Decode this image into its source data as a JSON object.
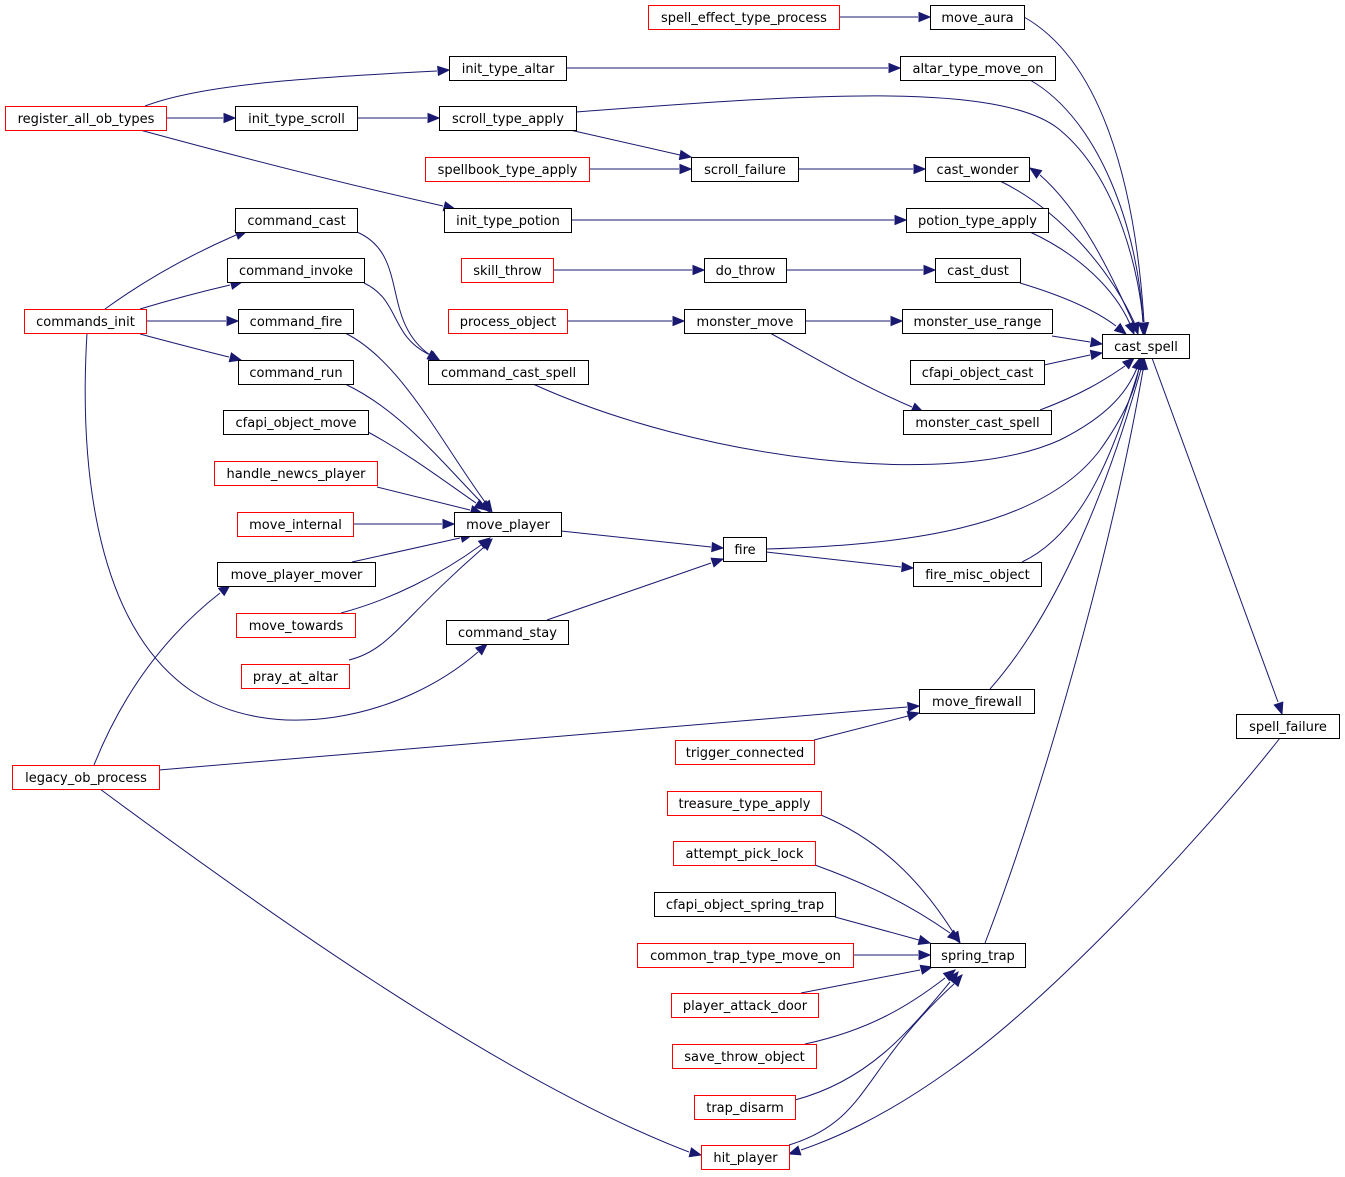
{
  "colors": {
    "edge": "#191970",
    "node_border_default": "#000000",
    "node_border_truncated": "#ff0000",
    "node_fill_default": "#ffffff",
    "node_fill_focus": "#bfbfbf"
  },
  "nodes": [
    {
      "id": "spell_effect_type_process",
      "label": "spell_effect_type_process",
      "style": "truncated"
    },
    {
      "id": "move_aura",
      "label": "move_aura",
      "style": "default"
    },
    {
      "id": "init_type_altar",
      "label": "init_type_altar",
      "style": "default"
    },
    {
      "id": "altar_type_move_on",
      "label": "altar_type_move_on",
      "style": "default"
    },
    {
      "id": "register_all_ob_types",
      "label": "register_all_ob_types",
      "style": "truncated"
    },
    {
      "id": "init_type_scroll",
      "label": "init_type_scroll",
      "style": "default"
    },
    {
      "id": "scroll_type_apply",
      "label": "scroll_type_apply",
      "style": "default"
    },
    {
      "id": "spellbook_type_apply",
      "label": "spellbook_type_apply",
      "style": "truncated"
    },
    {
      "id": "scroll_failure",
      "label": "scroll_failure",
      "style": "default"
    },
    {
      "id": "cast_wonder",
      "label": "cast_wonder",
      "style": "default"
    },
    {
      "id": "init_type_potion",
      "label": "init_type_potion",
      "style": "default"
    },
    {
      "id": "potion_type_apply",
      "label": "potion_type_apply",
      "style": "default"
    },
    {
      "id": "command_cast",
      "label": "command_cast",
      "style": "default"
    },
    {
      "id": "command_invoke",
      "label": "command_invoke",
      "style": "default"
    },
    {
      "id": "skill_throw",
      "label": "skill_throw",
      "style": "truncated"
    },
    {
      "id": "do_throw",
      "label": "do_throw",
      "style": "default"
    },
    {
      "id": "cast_dust",
      "label": "cast_dust",
      "style": "default"
    },
    {
      "id": "commands_init",
      "label": "commands_init",
      "style": "truncated"
    },
    {
      "id": "command_fire",
      "label": "command_fire",
      "style": "default"
    },
    {
      "id": "process_object",
      "label": "process_object",
      "style": "truncated"
    },
    {
      "id": "monster_move",
      "label": "monster_move",
      "style": "default"
    },
    {
      "id": "monster_use_range",
      "label": "monster_use_range",
      "style": "default"
    },
    {
      "id": "cast_spell",
      "label": "cast_spell",
      "style": "default"
    },
    {
      "id": "command_run",
      "label": "command_run",
      "style": "default"
    },
    {
      "id": "command_cast_spell",
      "label": "command_cast_spell",
      "style": "default"
    },
    {
      "id": "cfapi_object_cast",
      "label": "cfapi_object_cast",
      "style": "default"
    },
    {
      "id": "cfapi_object_move",
      "label": "cfapi_object_move",
      "style": "default"
    },
    {
      "id": "monster_cast_spell",
      "label": "monster_cast_spell",
      "style": "default"
    },
    {
      "id": "handle_newcs_player",
      "label": "handle_newcs_player",
      "style": "truncated"
    },
    {
      "id": "move_internal",
      "label": "move_internal",
      "style": "truncated"
    },
    {
      "id": "move_player",
      "label": "move_player",
      "style": "default"
    },
    {
      "id": "fire",
      "label": "fire",
      "style": "default"
    },
    {
      "id": "move_player_mover",
      "label": "move_player_mover",
      "style": "default"
    },
    {
      "id": "fire_misc_object",
      "label": "fire_misc_object",
      "style": "default"
    },
    {
      "id": "move_towards",
      "label": "move_towards",
      "style": "truncated"
    },
    {
      "id": "command_stay",
      "label": "command_stay",
      "style": "default"
    },
    {
      "id": "pray_at_altar",
      "label": "pray_at_altar",
      "style": "truncated"
    },
    {
      "id": "move_firewall",
      "label": "move_firewall",
      "style": "default"
    },
    {
      "id": "spell_failure",
      "label": "spell_failure",
      "style": "focus"
    },
    {
      "id": "trigger_connected",
      "label": "trigger_connected",
      "style": "truncated"
    },
    {
      "id": "legacy_ob_process",
      "label": "legacy_ob_process",
      "style": "truncated"
    },
    {
      "id": "treasure_type_apply",
      "label": "treasure_type_apply",
      "style": "truncated"
    },
    {
      "id": "attempt_pick_lock",
      "label": "attempt_pick_lock",
      "style": "truncated"
    },
    {
      "id": "cfapi_object_spring_trap",
      "label": "cfapi_object_spring_trap",
      "style": "default"
    },
    {
      "id": "common_trap_type_move_on",
      "label": "common_trap_type_move_on",
      "style": "truncated"
    },
    {
      "id": "spring_trap",
      "label": "spring_trap",
      "style": "default"
    },
    {
      "id": "player_attack_door",
      "label": "player_attack_door",
      "style": "truncated"
    },
    {
      "id": "save_throw_object",
      "label": "save_throw_object",
      "style": "truncated"
    },
    {
      "id": "trap_disarm",
      "label": "trap_disarm",
      "style": "truncated"
    },
    {
      "id": "hit_player",
      "label": "hit_player",
      "style": "truncated"
    }
  ],
  "edges": [
    [
      "spell_effect_type_process",
      "move_aura"
    ],
    [
      "register_all_ob_types",
      "init_type_altar"
    ],
    [
      "init_type_altar",
      "altar_type_move_on"
    ],
    [
      "register_all_ob_types",
      "init_type_scroll"
    ],
    [
      "init_type_scroll",
      "scroll_type_apply"
    ],
    [
      "scroll_type_apply",
      "scroll_failure"
    ],
    [
      "spellbook_type_apply",
      "scroll_failure"
    ],
    [
      "scroll_failure",
      "cast_wonder"
    ],
    [
      "register_all_ob_types",
      "init_type_potion"
    ],
    [
      "init_type_potion",
      "potion_type_apply"
    ],
    [
      "commands_init",
      "command_cast"
    ],
    [
      "commands_init",
      "command_invoke"
    ],
    [
      "commands_init",
      "command_fire"
    ],
    [
      "commands_init",
      "command_run"
    ],
    [
      "commands_init",
      "command_stay"
    ],
    [
      "skill_throw",
      "do_throw"
    ],
    [
      "do_throw",
      "cast_dust"
    ],
    [
      "process_object",
      "monster_move"
    ],
    [
      "monster_move",
      "monster_use_range"
    ],
    [
      "monster_move",
      "monster_cast_spell"
    ],
    [
      "command_cast",
      "command_cast_spell"
    ],
    [
      "command_invoke",
      "command_cast_spell"
    ],
    [
      "command_fire",
      "move_player"
    ],
    [
      "command_run",
      "move_player"
    ],
    [
      "cfapi_object_move",
      "move_player"
    ],
    [
      "handle_newcs_player",
      "move_player"
    ],
    [
      "move_internal",
      "move_player"
    ],
    [
      "move_player_mover",
      "move_player"
    ],
    [
      "move_towards",
      "move_player"
    ],
    [
      "pray_at_altar",
      "move_player"
    ],
    [
      "move_player",
      "fire"
    ],
    [
      "command_stay",
      "fire"
    ],
    [
      "fire",
      "fire_misc_object"
    ],
    [
      "legacy_ob_process",
      "move_player_mover"
    ],
    [
      "legacy_ob_process",
      "move_firewall"
    ],
    [
      "trigger_connected",
      "move_firewall"
    ],
    [
      "legacy_ob_process",
      "hit_player"
    ],
    [
      "move_aura",
      "cast_spell"
    ],
    [
      "altar_type_move_on",
      "cast_spell"
    ],
    [
      "scroll_type_apply",
      "cast_spell"
    ],
    [
      "cast_wonder",
      "cast_spell"
    ],
    [
      "cast_spell",
      "cast_wonder"
    ],
    [
      "potion_type_apply",
      "cast_spell"
    ],
    [
      "cast_dust",
      "cast_spell"
    ],
    [
      "monster_use_range",
      "cast_spell"
    ],
    [
      "cfapi_object_cast",
      "cast_spell"
    ],
    [
      "monster_cast_spell",
      "cast_spell"
    ],
    [
      "command_cast_spell",
      "cast_spell"
    ],
    [
      "fire",
      "cast_spell"
    ],
    [
      "fire_misc_object",
      "cast_spell"
    ],
    [
      "move_firewall",
      "cast_spell"
    ],
    [
      "spring_trap",
      "cast_spell"
    ],
    [
      "treasure_type_apply",
      "spring_trap"
    ],
    [
      "attempt_pick_lock",
      "spring_trap"
    ],
    [
      "cfapi_object_spring_trap",
      "spring_trap"
    ],
    [
      "common_trap_type_move_on",
      "spring_trap"
    ],
    [
      "player_attack_door",
      "spring_trap"
    ],
    [
      "save_throw_object",
      "spring_trap"
    ],
    [
      "trap_disarm",
      "spring_trap"
    ],
    [
      "hit_player",
      "spring_trap"
    ],
    [
      "cast_spell",
      "spell_failure"
    ],
    [
      "spell_failure",
      "hit_player"
    ]
  ]
}
